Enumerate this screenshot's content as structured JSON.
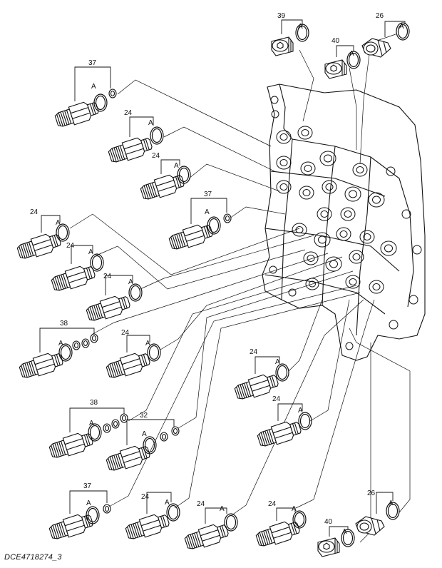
{
  "figure_code": "DCE4718274_3",
  "callout_letter": "A",
  "callouts": [
    {
      "number": "39",
      "parts": "plug + o-ring"
    },
    {
      "number": "26",
      "parts": "adapter + o-ring"
    },
    {
      "number": "40",
      "parts": "plug + o-ring"
    },
    {
      "number": "37",
      "parts": "fitting + o-ring + backup ring"
    },
    {
      "number": "24",
      "parts": "fitting + o-ring"
    },
    {
      "number": "24",
      "parts": "fitting + o-ring"
    },
    {
      "number": "37",
      "parts": "fitting + o-ring + backup ring"
    },
    {
      "number": "24",
      "parts": "fitting + o-ring"
    },
    {
      "number": "24",
      "parts": "fitting + o-ring"
    },
    {
      "number": "24",
      "parts": "fitting + o-ring"
    },
    {
      "number": "38",
      "parts": "fitting + o-ring + rings"
    },
    {
      "number": "24",
      "parts": "fitting + o-ring"
    },
    {
      "number": "24",
      "parts": "fitting + o-ring"
    },
    {
      "number": "24",
      "parts": "fitting + o-ring"
    },
    {
      "number": "38",
      "parts": "fitting + o-ring + rings"
    },
    {
      "number": "32",
      "parts": "fitting + o-ring + rings"
    },
    {
      "number": "37",
      "parts": "fitting + o-ring + backup ring"
    },
    {
      "number": "24",
      "parts": "fitting + o-ring"
    },
    {
      "number": "24",
      "parts": "fitting + o-ring"
    },
    {
      "number": "24",
      "parts": "fitting + o-ring"
    },
    {
      "number": "26",
      "parts": "adapter + o-ring"
    },
    {
      "number": "40",
      "parts": "plug + o-ring"
    }
  ]
}
